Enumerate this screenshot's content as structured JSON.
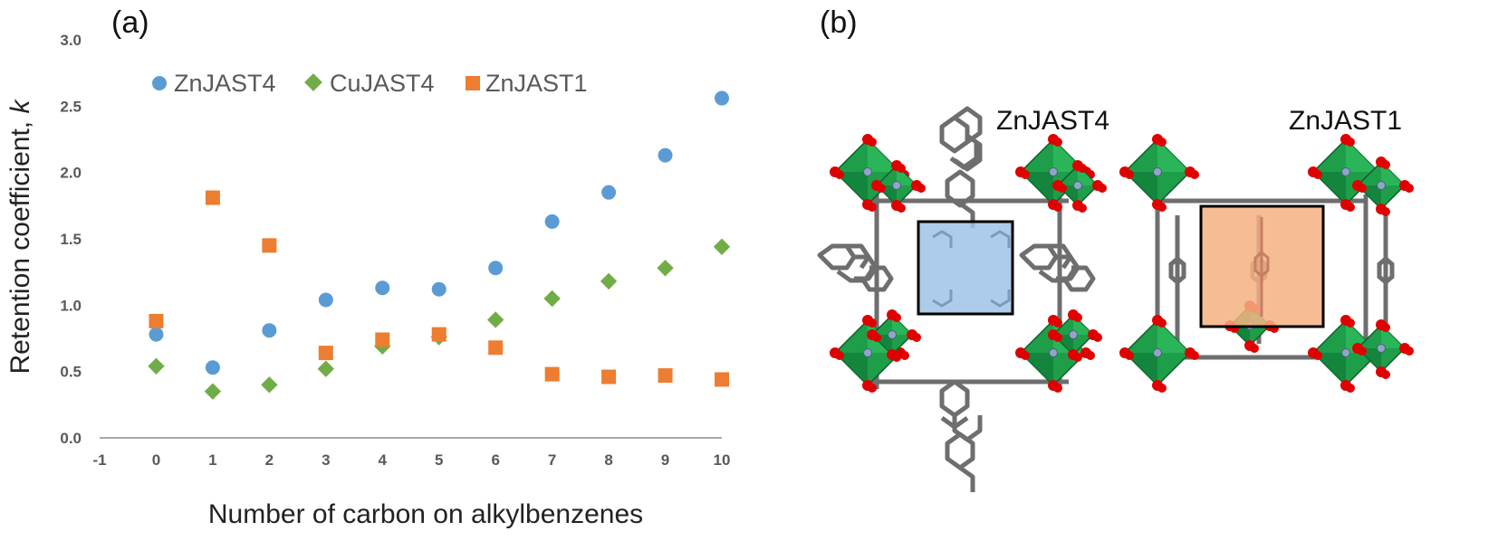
{
  "panels": {
    "a_label": "(a)",
    "b_label": "(b)"
  },
  "chart_data": {
    "type": "scatter",
    "title": "",
    "xlabel": "Number of carbon on alkylbenzenes",
    "ylabel_main": "Retention coefficient, ",
    "ylabel_italic": "k",
    "xlim": [
      -1,
      10
    ],
    "ylim": [
      0,
      3
    ],
    "xticks": [
      "-1",
      "0",
      "1",
      "2",
      "3",
      "4",
      "5",
      "6",
      "7",
      "8",
      "9",
      "10"
    ],
    "yticks": [
      "0.0",
      "0.5",
      "1.0",
      "1.5",
      "2.0",
      "2.5",
      "3.0"
    ],
    "grid": false,
    "legend": "top-left",
    "series": [
      {
        "name": "ZnJAST4",
        "marker": "circle",
        "color": "#5b9bd5",
        "x": [
          0,
          1,
          2,
          3,
          4,
          5,
          6,
          7,
          8,
          9,
          10
        ],
        "y": [
          0.78,
          0.53,
          0.81,
          1.04,
          1.13,
          1.12,
          1.28,
          1.63,
          1.85,
          2.13,
          2.56
        ]
      },
      {
        "name": "CuJAST4",
        "marker": "diamond",
        "color": "#70ad47",
        "x": [
          0,
          1,
          2,
          3,
          4,
          5,
          6,
          7,
          8,
          9,
          10
        ],
        "y": [
          0.54,
          0.35,
          0.4,
          0.52,
          0.69,
          0.76,
          0.89,
          1.05,
          1.18,
          1.28,
          1.44
        ]
      },
      {
        "name": "ZnJAST1",
        "marker": "square",
        "color": "#ed7d31",
        "x": [
          0,
          1,
          2,
          3,
          4,
          5,
          6,
          7,
          8,
          9,
          10
        ],
        "y": [
          0.88,
          1.81,
          1.45,
          0.64,
          0.74,
          0.78,
          0.68,
          0.48,
          0.46,
          0.47,
          0.44
        ]
      }
    ]
  },
  "structures": {
    "left_label": "ZnJAST4",
    "right_label": "ZnJAST1",
    "left_pore_color": "#9dc3e6",
    "right_pore_color": "#f4b183",
    "node_color": "#1f9e4a",
    "oxygen_color": "#e00000",
    "linker_color": "#6e6e6e"
  }
}
